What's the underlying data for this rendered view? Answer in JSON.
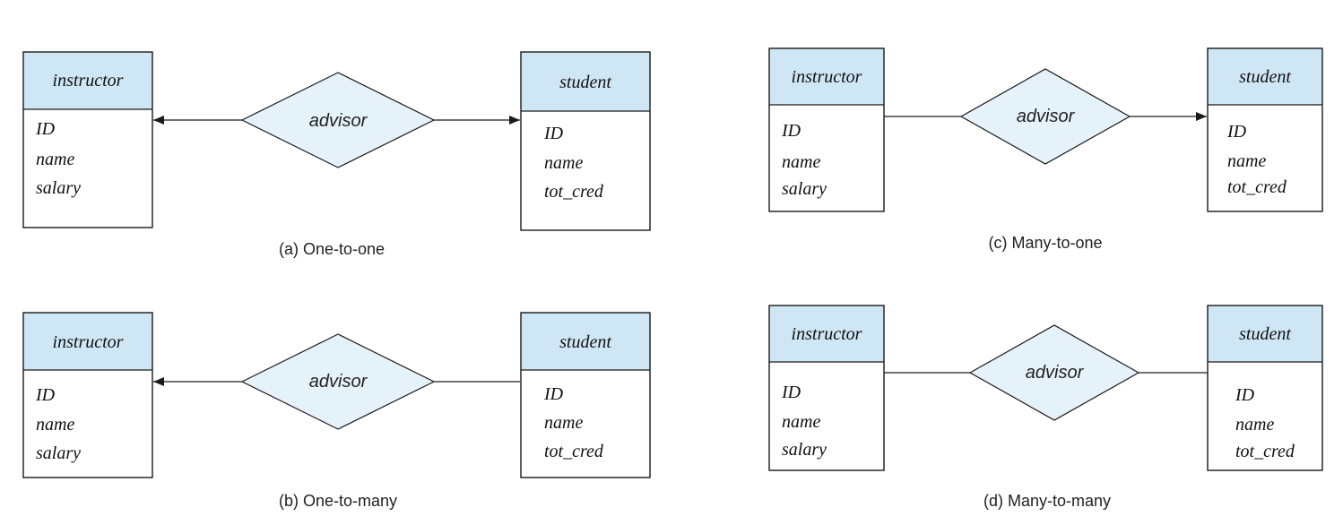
{
  "panels": [
    {
      "caption": "(a) One-to-one",
      "left_entity": {
        "name": "instructor",
        "attributes": [
          "ID",
          "name",
          "salary"
        ]
      },
      "relationship": "advisor",
      "right_entity": {
        "name": "student",
        "attributes": [
          "ID",
          "name",
          "tot_cred"
        ]
      },
      "arrow_to_left": true,
      "arrow_to_right": true
    },
    {
      "caption": "(b) One-to-many",
      "left_entity": {
        "name": "instructor",
        "attributes": [
          "ID",
          "name",
          "salary"
        ]
      },
      "relationship": "advisor",
      "right_entity": {
        "name": "student",
        "attributes": [
          "ID",
          "name",
          "tot_cred"
        ]
      },
      "arrow_to_left": true,
      "arrow_to_right": false
    },
    {
      "caption": "(c) Many-to-one",
      "left_entity": {
        "name": "instructor",
        "attributes": [
          "ID",
          "name",
          "salary"
        ]
      },
      "relationship": "advisor",
      "right_entity": {
        "name": "student",
        "attributes": [
          "ID",
          "name",
          "tot_cred"
        ]
      },
      "arrow_to_left": false,
      "arrow_to_right": true
    },
    {
      "caption": "(d) Many-to-many",
      "left_entity": {
        "name": "instructor",
        "attributes": [
          "ID",
          "name",
          "salary"
        ]
      },
      "relationship": "advisor",
      "right_entity": {
        "name": "student",
        "attributes": [
          "ID",
          "name",
          "tot_cred"
        ]
      },
      "arrow_to_left": false,
      "arrow_to_right": false
    }
  ],
  "colors": {
    "entity_header": "#cfe6f5",
    "relationship_fill": "#e6f2fa",
    "line": "#1a1a1a"
  }
}
